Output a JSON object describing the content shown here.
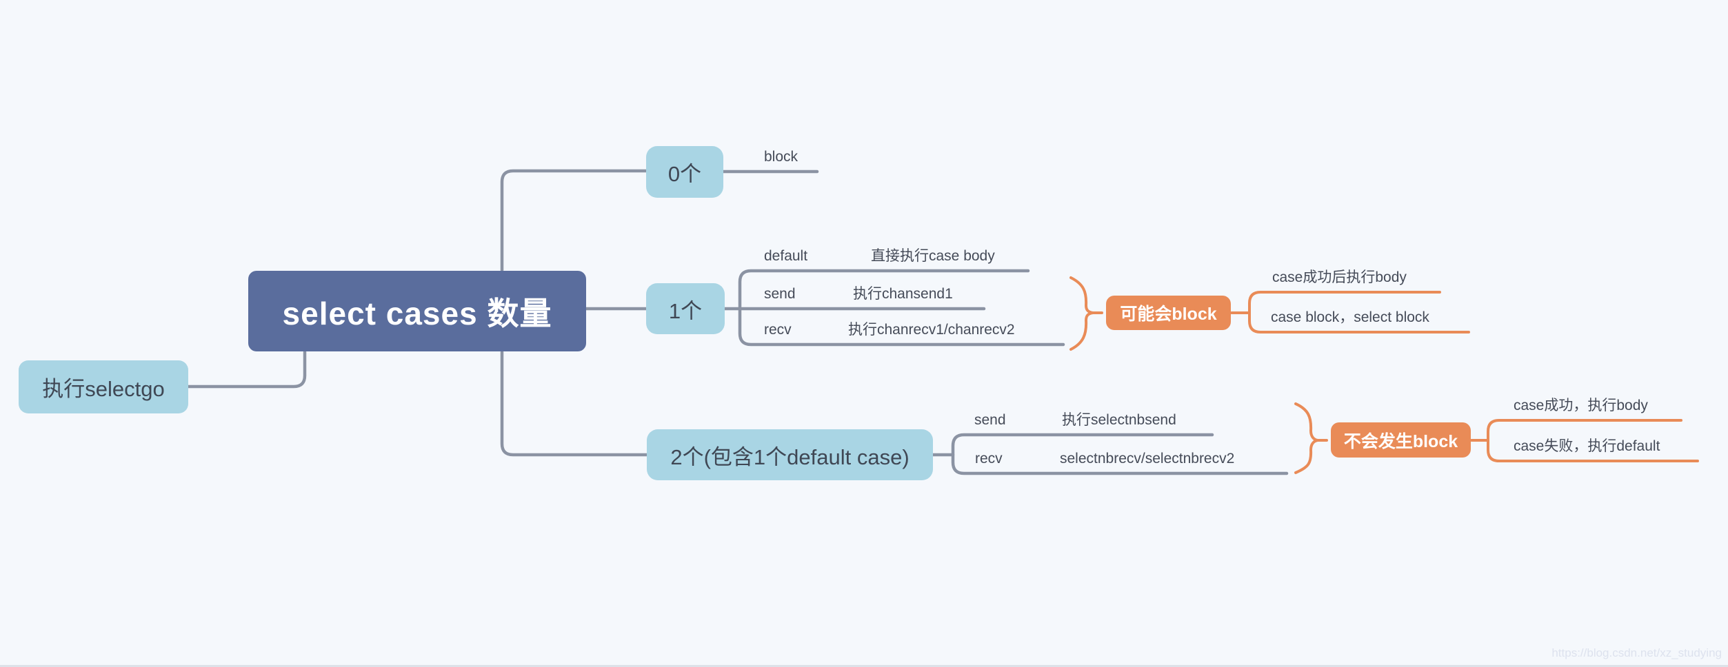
{
  "root": {
    "label": "select cases 数量"
  },
  "floating_topic": {
    "label": "执行selectgo"
  },
  "branches": [
    {
      "label": "0个",
      "children": [
        {
          "label": "block"
        }
      ]
    },
    {
      "label": "1个",
      "children": [
        {
          "label": "default",
          "value": "直接执行case body"
        },
        {
          "label": "send",
          "value": "执行chansend1"
        },
        {
          "label": "recv",
          "value": "执行chanrecv1/chanrecv2"
        }
      ],
      "summary": {
        "label": "可能会block",
        "notes": [
          {
            "text": "case成功后执行body"
          },
          {
            "text": "case block，select block"
          }
        ]
      }
    },
    {
      "label": "2个(包含1个default case)",
      "children": [
        {
          "label": "send",
          "value": "执行selectnbsend"
        },
        {
          "label": "recv",
          "value": "selectnbrecv/selectnbrecv2"
        }
      ],
      "summary": {
        "label": "不会发生block",
        "notes": [
          {
            "text": "case成功，执行body"
          },
          {
            "text": "case失败，执行default"
          }
        ]
      }
    }
  ],
  "watermark": {
    "text": "https://blog.csdn.net/xz_studying"
  },
  "colors": {
    "background": "#f5f8fc",
    "root_fill": "#5a6d9d",
    "branch_fill": "#a9d5e4",
    "summary_fill": "#e98b57",
    "connector_line": "#8b93a3",
    "text": "#454b58"
  }
}
